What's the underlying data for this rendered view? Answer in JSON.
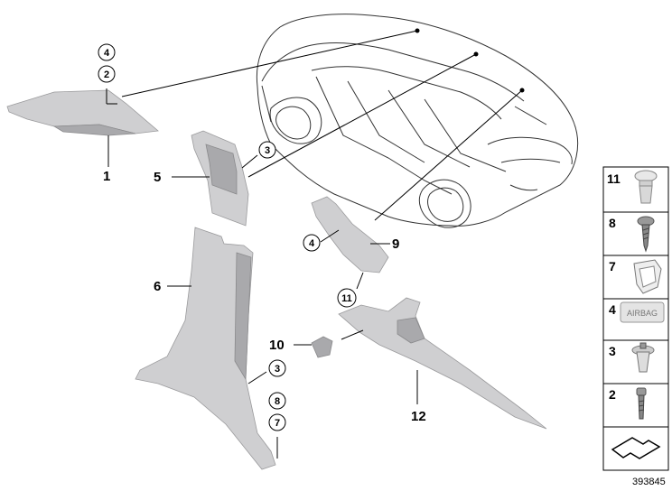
{
  "callouts": {
    "c1": "1",
    "c5": "5",
    "c6": "6",
    "c9": "9",
    "c10": "10",
    "c12": "12"
  },
  "circled": {
    "k4a": "4",
    "k2": "2",
    "k3a": "3",
    "k4b": "4",
    "k11": "11",
    "k3b": "3",
    "k8": "8",
    "k7": "7"
  },
  "panel": {
    "rows": [
      {
        "number": "11",
        "icon": "push-rivet-icon"
      },
      {
        "number": "8",
        "icon": "screw-icon"
      },
      {
        "number": "7",
        "icon": "clip-icon"
      },
      {
        "number": "4",
        "icon": "airbag-badge-icon",
        "badge_text": "AIRBAG"
      },
      {
        "number": "3",
        "icon": "expansion-rivet-icon"
      },
      {
        "number": "2",
        "icon": "bolt-icon"
      },
      {
        "number": "",
        "icon": "arrow-icon"
      }
    ]
  },
  "doc_id": "393845"
}
